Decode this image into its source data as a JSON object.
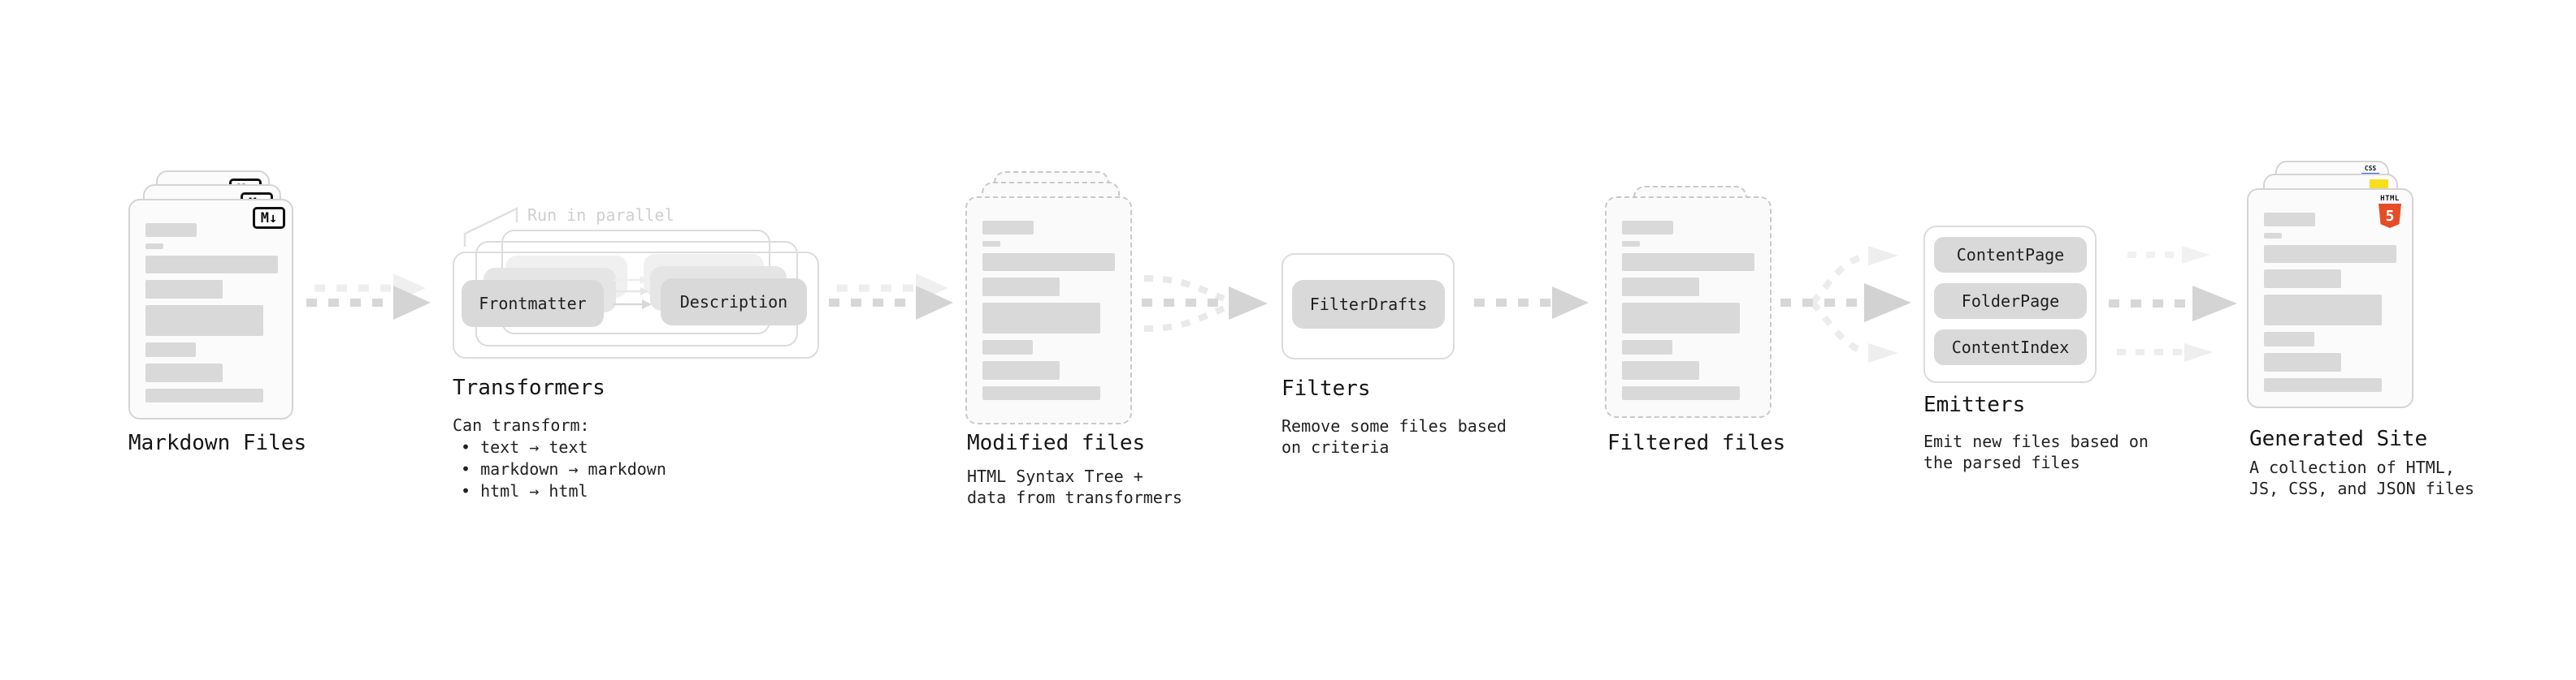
{
  "diagram": {
    "markdown_files": {
      "title": "Markdown Files",
      "badge": "M↓"
    },
    "transformers": {
      "title": "Transformers",
      "annotation": "Run in parallel",
      "pill_left": "Frontmatter",
      "pill_right": "Description",
      "caption": "Can transform:",
      "bullets": [
        "text → text",
        "markdown → markdown",
        "html → html"
      ]
    },
    "modified_files": {
      "title": "Modified files",
      "caption": "HTML Syntax Tree +\ndata from transformers"
    },
    "filters": {
      "title": "Filters",
      "pill": "FilterDrafts",
      "caption": "Remove some files based\non criteria"
    },
    "filtered_files": {
      "title": "Filtered files"
    },
    "emitters": {
      "title": "Emitters",
      "pills": [
        "ContentPage",
        "FolderPage",
        "ContentIndex"
      ],
      "caption": "Emit new files based on\nthe parsed files"
    },
    "generated_site": {
      "title": "Generated Site",
      "caption": "A collection of HTML,\nJS, CSS, and JSON files",
      "badge_css": "CSS",
      "badge_html_word": "HTML",
      "badge_html_number": "5"
    }
  },
  "colors": {
    "arrow": "#d6d6d6",
    "arrow_light": "#ededed",
    "card_border": "#d4d4d4",
    "card_bg": "#fbfbfb",
    "bar": "#d9d9d9",
    "pill_bg": "#d9d9d9",
    "frame_border": "#dcdcdc",
    "annotation_text": "#cfcfcf",
    "html5_orange": "#e44d26",
    "js_yellow": "#f7df1e",
    "css_blue": "#2563eb",
    "text": "#151515"
  }
}
